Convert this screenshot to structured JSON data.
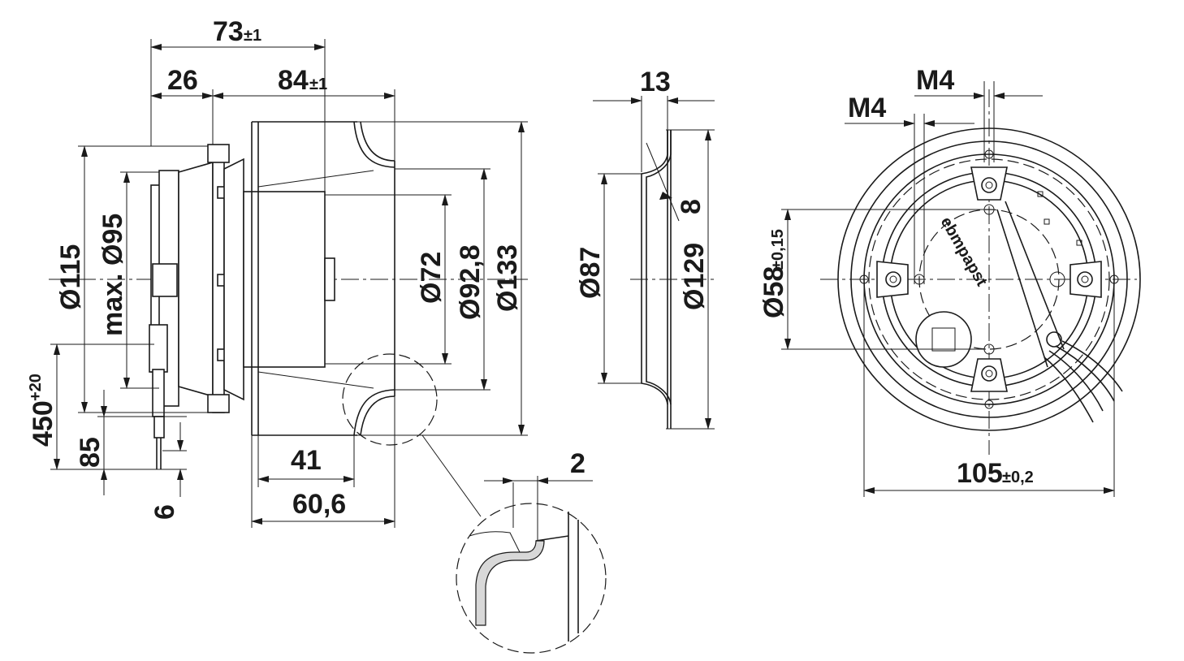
{
  "dimensions": {
    "d73": "73",
    "d73_tol": "±1",
    "d26": "26",
    "d84": "84",
    "d84_tol": "±1",
    "d13": "13",
    "m4_top": "M4",
    "m4_left": "M4",
    "d115": "Ø115",
    "dmax95": "max. Ø95",
    "d72": "Ø72",
    "d928": "Ø92,8",
    "d133": "Ø133",
    "d87": "Ø87",
    "d8": "8",
    "d129": "Ø129",
    "d58": "Ø58",
    "d58_tol": "±0,15",
    "d450": "450",
    "d450_tol": "+20",
    "d85": "85",
    "d6": "6",
    "d41": "41",
    "d606": "60,6",
    "d2": "2",
    "d105": "105",
    "d105_tol": "±0,2"
  },
  "brand_logo": "ebmpapst"
}
